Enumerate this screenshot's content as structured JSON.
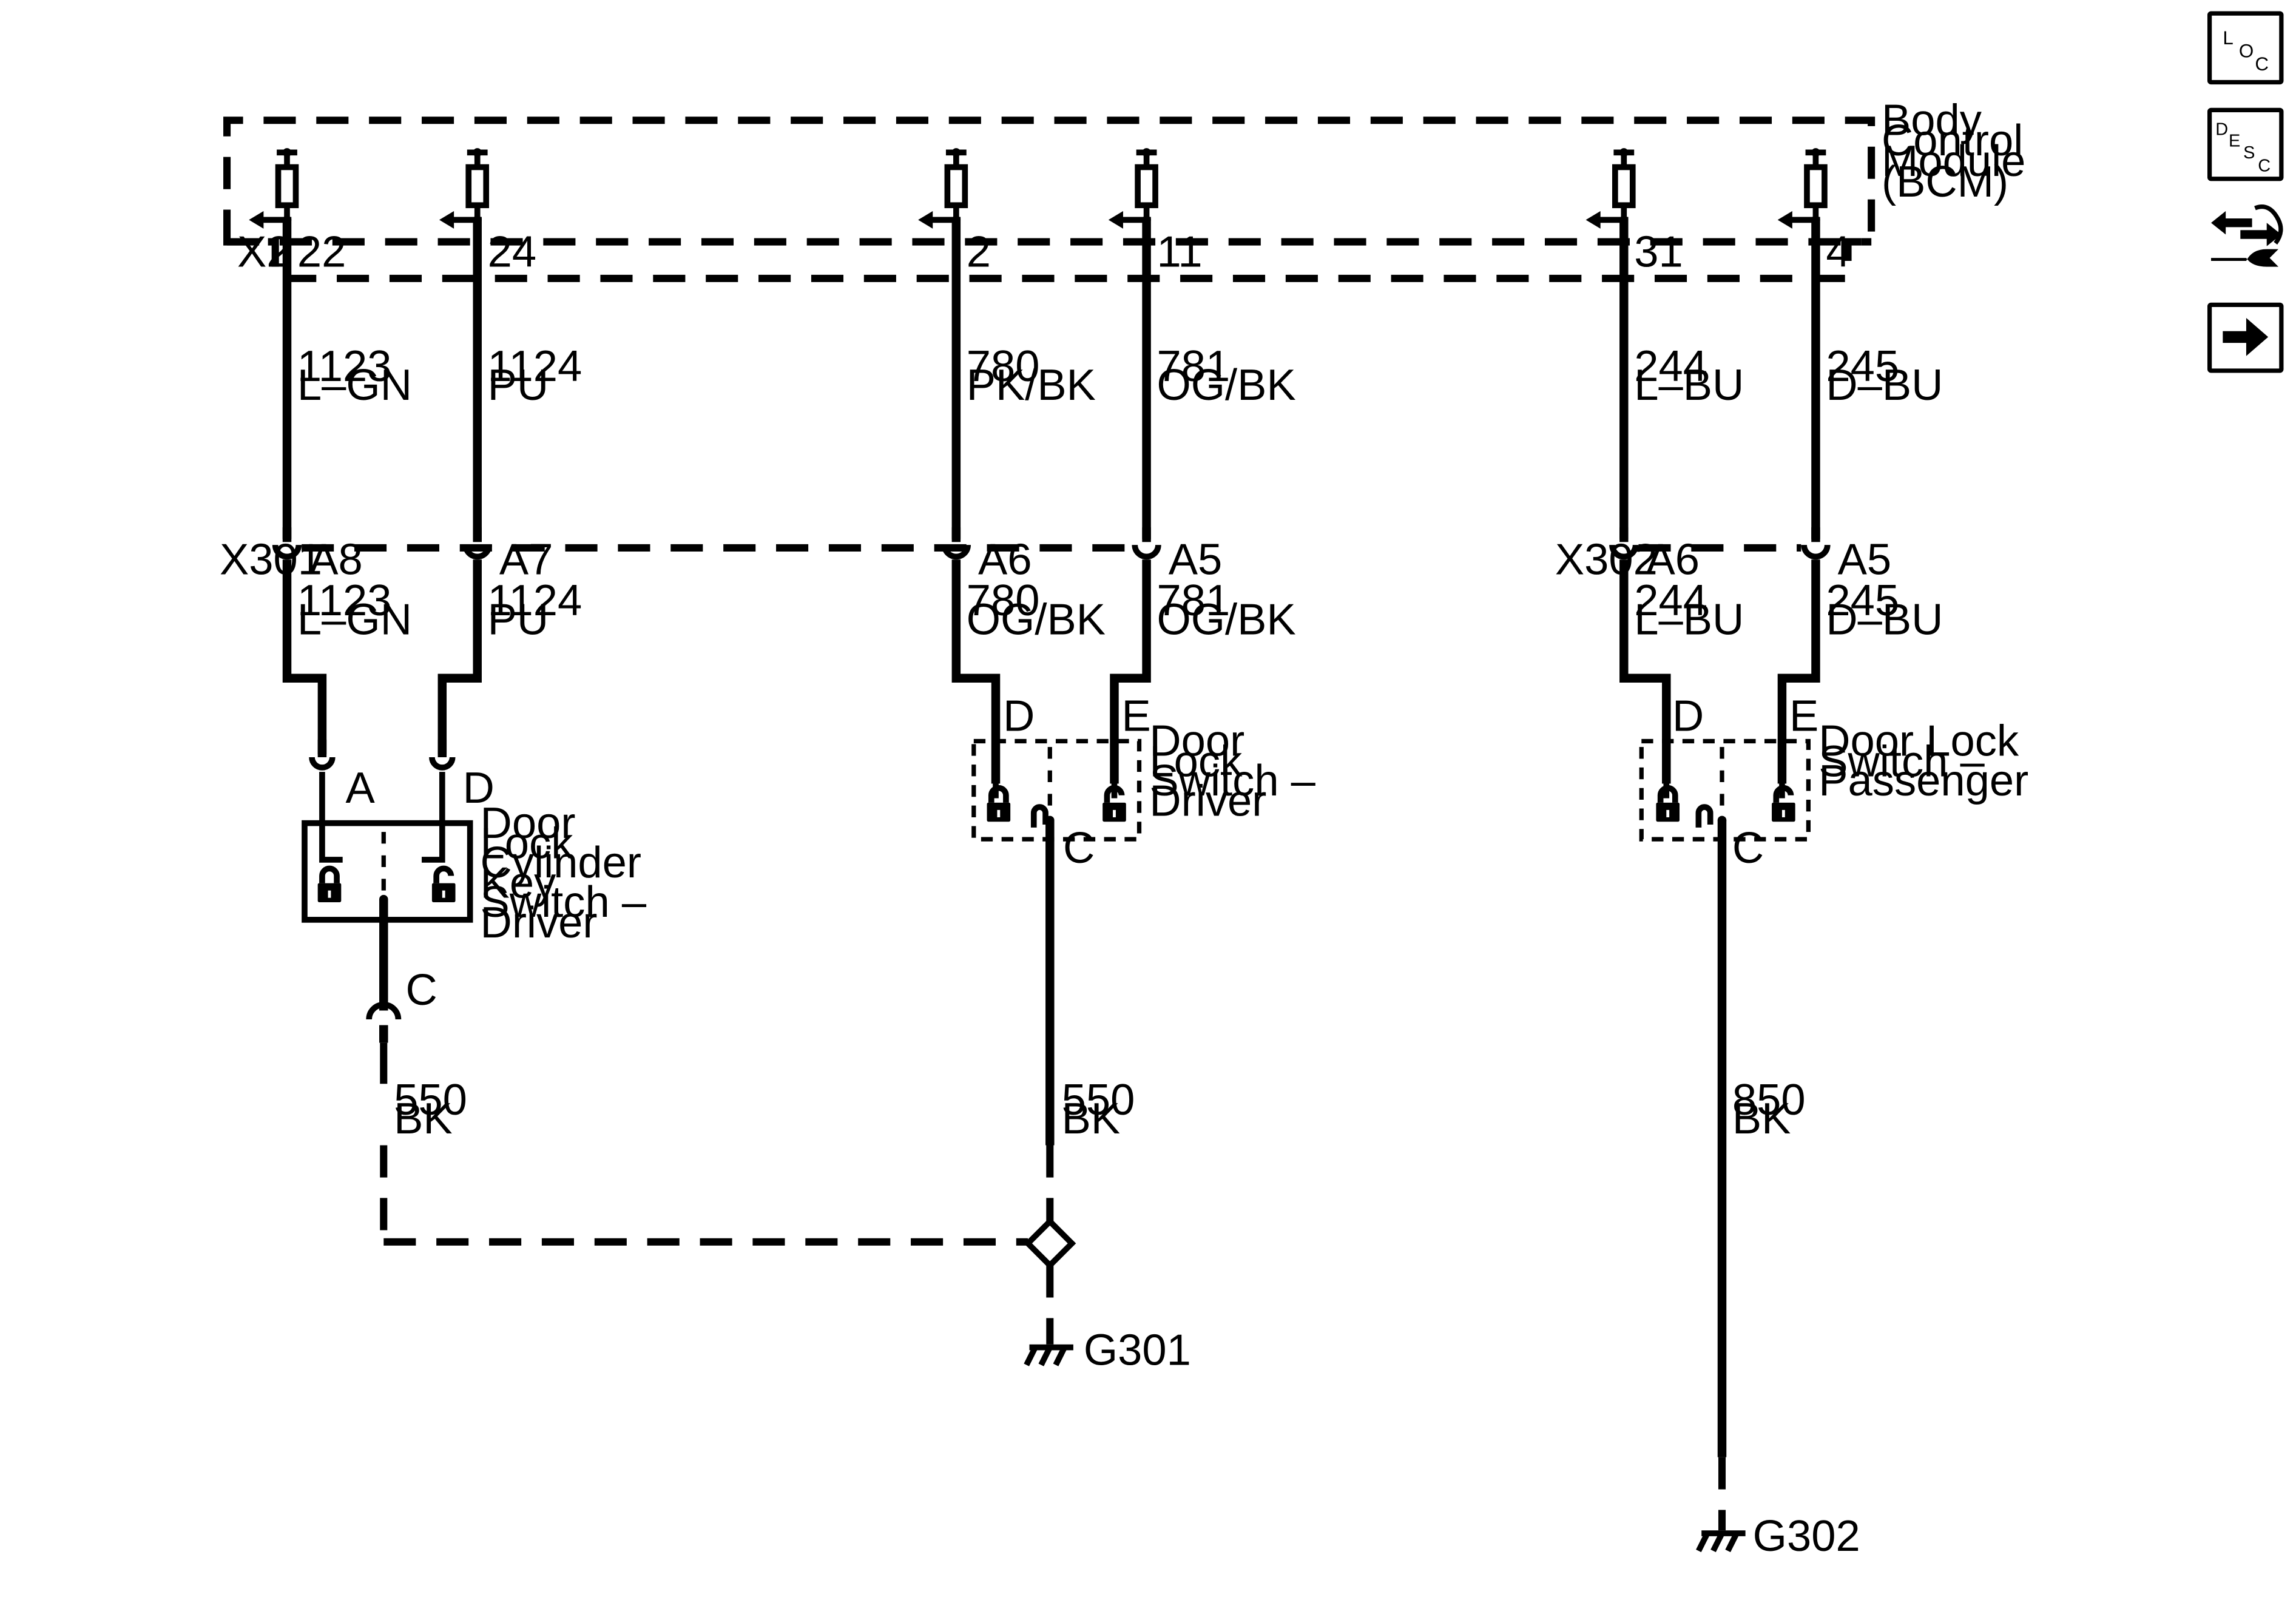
{
  "module": {
    "name_lines": [
      "Body",
      "Control",
      "Module",
      "(BCM)"
    ],
    "connector": "X2",
    "pins": [
      "22",
      "24",
      "2",
      "11",
      "31",
      "4"
    ]
  },
  "wires_upper": [
    {
      "circuit": "1123",
      "color": "L–GN"
    },
    {
      "circuit": "1124",
      "color": "PU"
    },
    {
      "circuit": "780",
      "color": "PK/BK"
    },
    {
      "circuit": "781",
      "color": "OG/BK"
    },
    {
      "circuit": "244",
      "color": "L–BU"
    },
    {
      "circuit": "245",
      "color": "D–BU"
    }
  ],
  "inline_connectors": {
    "left": {
      "name": "X301",
      "pins": [
        "A8",
        "A7",
        "A6",
        "A5"
      ]
    },
    "right": {
      "name": "X302",
      "pins": [
        "A6",
        "A5"
      ]
    }
  },
  "wires_lower": [
    {
      "circuit": "1123",
      "color": "L–GN"
    },
    {
      "circuit": "1124",
      "color": "PU"
    },
    {
      "circuit": "780",
      "color": "OG/BK"
    },
    {
      "circuit": "781",
      "color": "OG/BK"
    },
    {
      "circuit": "244",
      "color": "L–BU"
    },
    {
      "circuit": "245",
      "color": "D–BU"
    }
  ],
  "components": {
    "key_switch": {
      "name_lines": [
        "Door",
        "Lock",
        "Cylinder",
        "Key",
        "Switch –",
        "Driver"
      ],
      "pins": [
        "A",
        "D",
        "C"
      ]
    },
    "driver_switch": {
      "name_lines": [
        "Door",
        "Lock",
        "Switch –",
        "Driver"
      ],
      "pins": [
        "D",
        "E",
        "C"
      ]
    },
    "passenger_switch": {
      "name_lines": [
        "Door Lock",
        "Switch –",
        "Passenger"
      ],
      "pins": [
        "D",
        "E",
        "C"
      ]
    }
  },
  "ground_wires": [
    {
      "circuit": "550",
      "color": "BK"
    },
    {
      "circuit": "550",
      "color": "BK"
    },
    {
      "circuit": "850",
      "color": "BK"
    }
  ],
  "grounds": [
    "G301",
    "G302"
  ],
  "nav": {
    "loc": [
      "L",
      "O",
      "C"
    ],
    "desc": [
      "D",
      "E",
      "S",
      "C"
    ],
    "icons": [
      "loc-button-icon",
      "desc-button-icon",
      "connector-wrench-icon",
      "next-arrow-icon"
    ]
  }
}
